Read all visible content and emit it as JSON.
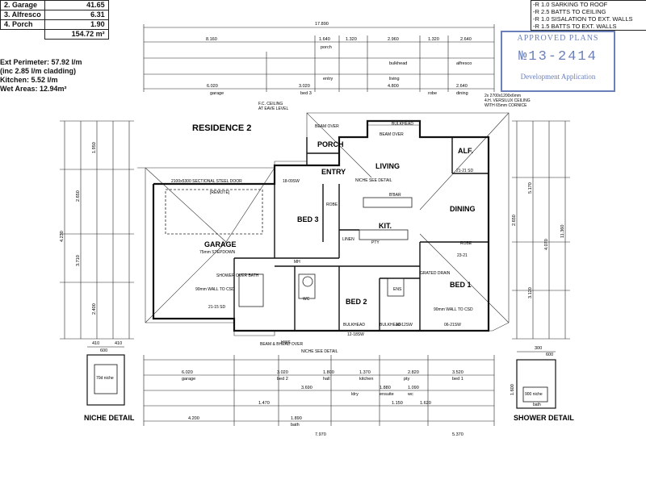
{
  "area_schedule": [
    {
      "label": "2. Garage",
      "value": "41.65"
    },
    {
      "label": "3. Alfresco",
      "value": "6.31"
    },
    {
      "label": "4. Porch",
      "value": "1.90"
    },
    {
      "label": "",
      "value": "154.72 m²"
    }
  ],
  "notes": {
    "perimeter": "Ext Perimeter: 57.92 l/m",
    "cladding": "(inc 2.85 l/m cladding)",
    "kitchen": "Kitchen: 5.52 l/m",
    "wet": "Wet Areas: 12.94m²"
  },
  "insulation": [
    "-R 1.0 SARKING TO ROOF",
    "-R 2.5 BATTS TO CEILING",
    "-R 1.0 SISALATION TO EXT. WALLS",
    "-R 1.5 BATTS TO EXT. WALLS"
  ],
  "stamp": {
    "title": "APPROVED PLANS",
    "number": "№13-2414",
    "subtitle": "Development Application"
  },
  "plan": {
    "title": "RESIDENCE 2",
    "rooms": {
      "porch": "PORCH",
      "entry": "ENTRY",
      "living": "LIVING",
      "alf": "ALF.",
      "dining": "DINING",
      "kit": "KIT.",
      "bed3": "BED 3",
      "garage": "GARAGE",
      "bed2": "BED 2",
      "bed1": "BED 1",
      "robe1": "ROBE",
      "robe2": "ROBE",
      "linen": "LINEN",
      "pty": "PTY",
      "wc": "WC",
      "mh": "MH",
      "ens": "ENS"
    },
    "labels": {
      "garage_door": "2100x5300 SECTIONAL STEEL DOOR",
      "remote": "[REMOTE]",
      "stepdown": "75mm STEPDOWN",
      "shower_bath": "SHOWER OVER BATH",
      "wall_90": "90mm WALL TO CSD",
      "wall_90b": "90mm WALL TO CSD",
      "fc_ceiling": "F.C. CEILING",
      "eave": "AT EAVE LEVEL",
      "beam_over": "BEAM OVER",
      "beam_over2": "BEAM OVER",
      "bulkhead_top": "BULKHEAD",
      "bulkhead_bottom": "BULKHEAD",
      "bulkhead_bottom2": "BULKHEAD",
      "niche": "NICHE SEE DETAIL",
      "niche2": "NICHE SEE DETAIL",
      "bbar": "B'BAR",
      "beam_head": "BEAM & BHEAD OVER",
      "grated": "GRATED DRAIN",
      "cornice": "2x 2700x1200x6mm",
      "cornice2": "4.H. VERSILUX CEILING",
      "cornice3": "WITH 65mm CORNICE",
      "d1809": "18-09SW",
      "d2121": "21-21 SD",
      "d2321": "23-21",
      "d2115": "21-15 SD",
      "d0621": "06-21SW",
      "d1218": "12-18SW",
      "d1012": "10-12SW",
      "hws": "HWS"
    },
    "dims_top": [
      "17.890",
      "8.160",
      "1.640",
      "1.320",
      "2.960",
      "1.320",
      "2.640",
      "6.020",
      "3.020",
      "4.800",
      "2.640"
    ],
    "dims_top_words": [
      "porch",
      "garage",
      "bed 3",
      "entry",
      "living",
      "robe",
      "dining",
      "alfresco",
      "bulkhead"
    ],
    "dims_bottom": [
      "6.020",
      "3.020",
      "1.800",
      "1.370",
      "2.820",
      "3.520",
      "3.690",
      "1.880",
      "1.090",
      "1.470",
      "1.150",
      "1.620",
      "4.200",
      "7.970",
      "5.370",
      "1.890"
    ],
    "dims_bottom_words": [
      "garage",
      "bed 2",
      "hall",
      "kitchen",
      "pty",
      "bed 1",
      "ldry",
      "ensuite",
      "wc",
      "bath"
    ],
    "dims_side": [
      "11.360",
      "4.230",
      "2.650",
      "3.710",
      "1.950",
      "2.400",
      "4.070",
      "5.170",
      "3.120",
      "2.650"
    ]
  },
  "niche_detail": {
    "title": "NICHE DETAIL",
    "inner": "70d niche",
    "w1": "410",
    "w2": "600",
    "w3": "410"
  },
  "shower_detail": {
    "title": "SHOWER DETAIL",
    "inner": "900 niche",
    "bath": "bath",
    "dim": "1.600",
    "top1": "300",
    "top2": "600"
  }
}
